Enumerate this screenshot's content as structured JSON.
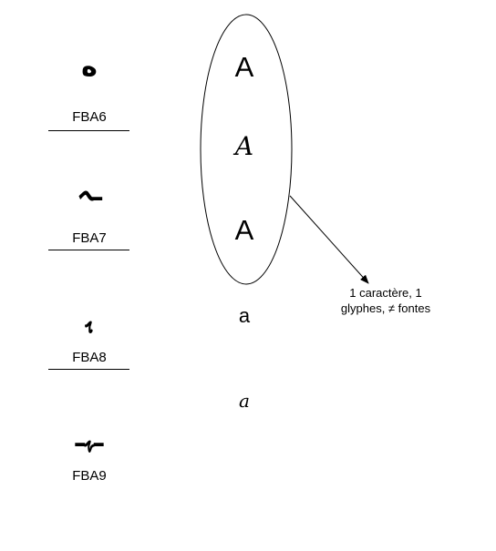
{
  "arabic_forms": [
    {
      "glyph": "ﻩ",
      "code": "FBA6"
    },
    {
      "glyph": "ـہ",
      "code": "FBA7"
    },
    {
      "glyph": "ﮨ",
      "code": "FBA8"
    },
    {
      "glyph": "ـﮩـ",
      "code": "FBA9"
    }
  ],
  "latin_glyphs": [
    {
      "char": "A",
      "style": "sans"
    },
    {
      "char": "A",
      "style": "script"
    },
    {
      "char": "A",
      "style": "sans"
    },
    {
      "char": "a",
      "style": "sans"
    },
    {
      "char": "a",
      "style": "script"
    }
  ],
  "annotation": {
    "line1": "1 caractère, 1",
    "line2": "glyphes, ≠ fontes"
  }
}
